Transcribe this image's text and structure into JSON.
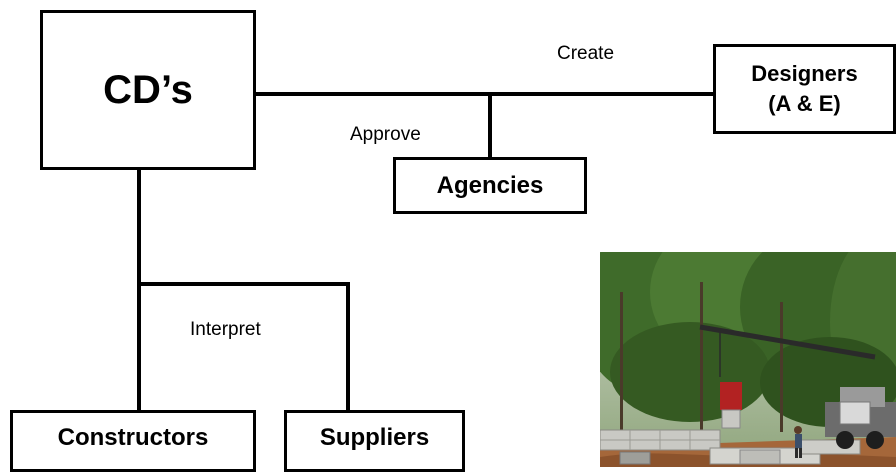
{
  "nodes": {
    "cds": "CD’s",
    "designers": "Designers\n(A & E)",
    "agencies": "Agencies",
    "constructors": "Constructors",
    "suppliers": "Suppliers"
  },
  "edges": {
    "create": "Create",
    "approve": "Approve",
    "interpret": "Interpret"
  },
  "photo": {
    "subject": "construction site photo"
  }
}
